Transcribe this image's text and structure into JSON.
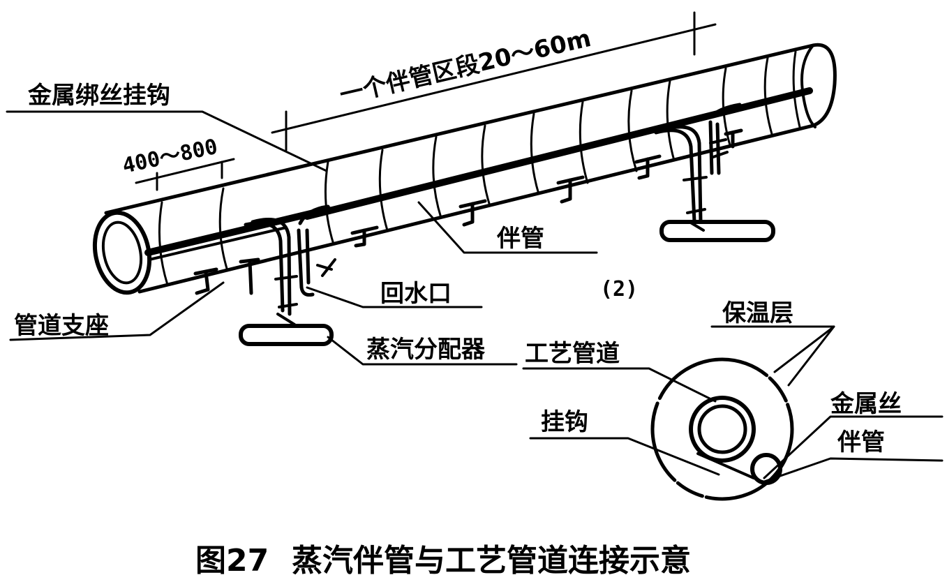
{
  "labels": {
    "binding_hook": "金属绑丝挂钩",
    "section_length": "一个伴管区段20～60m",
    "spacing": "400～800",
    "tracer": "伴管",
    "return_port": "回水口",
    "pipe_support": "管道支座",
    "steam_distributor": "蒸汽分配器",
    "cross_section_marker": "(2)",
    "insulation": "保温层",
    "process_pipe": "工艺管道",
    "hook": "挂钩",
    "metal_wire": "金属丝",
    "tracer_section": "伴管"
  },
  "caption": {
    "figure_number": "图27",
    "title": "蒸汽伴管与工艺管道连接示意"
  }
}
